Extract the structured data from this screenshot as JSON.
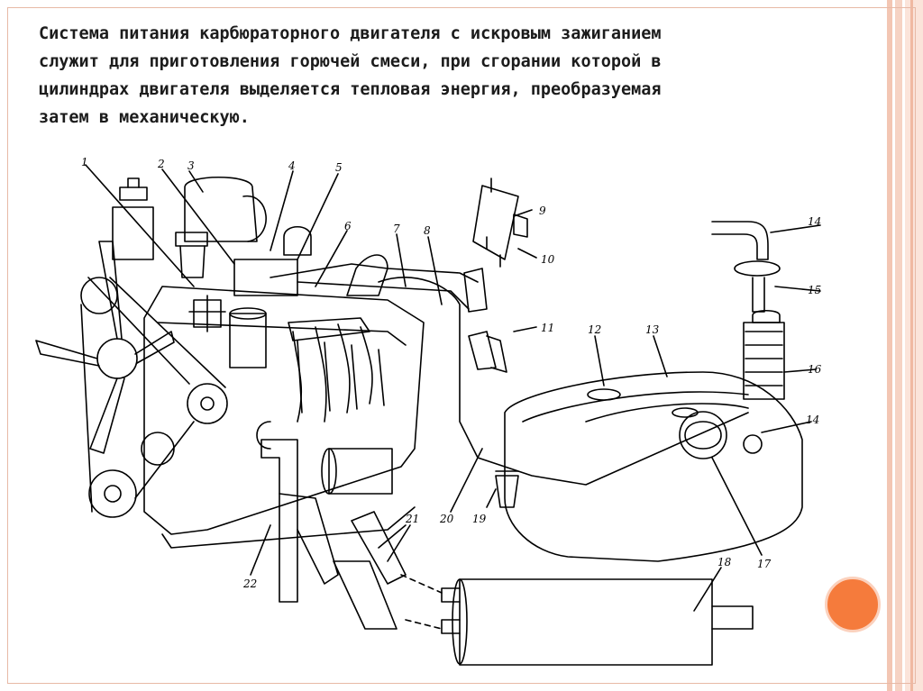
{
  "intro": {
    "line1": "Система питания карбюраторного двигателя с искровым зажиганием",
    "line2": "служит для приготовления горючей смеси, при сгорании которой в",
    "line3": "цилиндрах двигателя выделяется тепловая энергия, преобразуемая",
    "line4": "затем в механическую."
  },
  "labels": [
    "1",
    "2",
    "3",
    "4",
    "5",
    "6",
    "7",
    "8",
    "9",
    "10",
    "11",
    "12",
    "13",
    "14",
    "15",
    "16",
    "14",
    "17",
    "18",
    "19",
    "20",
    "21",
    "22"
  ],
  "colors": {
    "accent_dot": "#f57b3c",
    "frame": "#f3c6b3",
    "ink": "#000000"
  }
}
